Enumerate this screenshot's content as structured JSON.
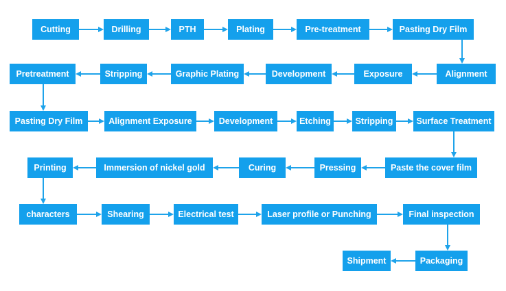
{
  "colors": {
    "box_fill": "#14a0ec",
    "box_text": "#ffffff",
    "arrow": "#1ea3ea",
    "background": "#ffffff"
  },
  "steps": [
    {
      "id": "cutting",
      "label": "Cutting"
    },
    {
      "id": "drilling",
      "label": "Drilling"
    },
    {
      "id": "pth",
      "label": "PTH"
    },
    {
      "id": "plating",
      "label": "Plating"
    },
    {
      "id": "pre-treatment",
      "label": "Pre-treatment"
    },
    {
      "id": "pasting-dry-film-1",
      "label": "Pasting Dry Film"
    },
    {
      "id": "alignment",
      "label": "Alignment"
    },
    {
      "id": "exposure",
      "label": "Exposure"
    },
    {
      "id": "development-1",
      "label": "Development"
    },
    {
      "id": "graphic-plating",
      "label": "Graphic Plating"
    },
    {
      "id": "stripping-1",
      "label": "Stripping"
    },
    {
      "id": "pretreatment",
      "label": "Pretreatment"
    },
    {
      "id": "pasting-dry-film-2",
      "label": "Pasting Dry Film"
    },
    {
      "id": "alignment-exposure",
      "label": "Alignment Exposure"
    },
    {
      "id": "development-2",
      "label": "Development"
    },
    {
      "id": "etching",
      "label": "Etching"
    },
    {
      "id": "stripping-2",
      "label": "Stripping"
    },
    {
      "id": "surface-treatment",
      "label": "Surface Treatment"
    },
    {
      "id": "paste-cover-film",
      "label": "Paste the cover film"
    },
    {
      "id": "pressing",
      "label": "Pressing"
    },
    {
      "id": "curing",
      "label": "Curing"
    },
    {
      "id": "immersion-nickel-gold",
      "label": "Immersion of nickel gold"
    },
    {
      "id": "printing",
      "label": "Printing"
    },
    {
      "id": "characters",
      "label": "characters"
    },
    {
      "id": "shearing",
      "label": "Shearing"
    },
    {
      "id": "electrical-test",
      "label": "Electrical test"
    },
    {
      "id": "laser-profile-punching",
      "label": "Laser profile or Punching"
    },
    {
      "id": "final-inspection",
      "label": "Final inspection"
    },
    {
      "id": "packaging",
      "label": "Packaging"
    },
    {
      "id": "shipment",
      "label": "Shipment"
    }
  ]
}
